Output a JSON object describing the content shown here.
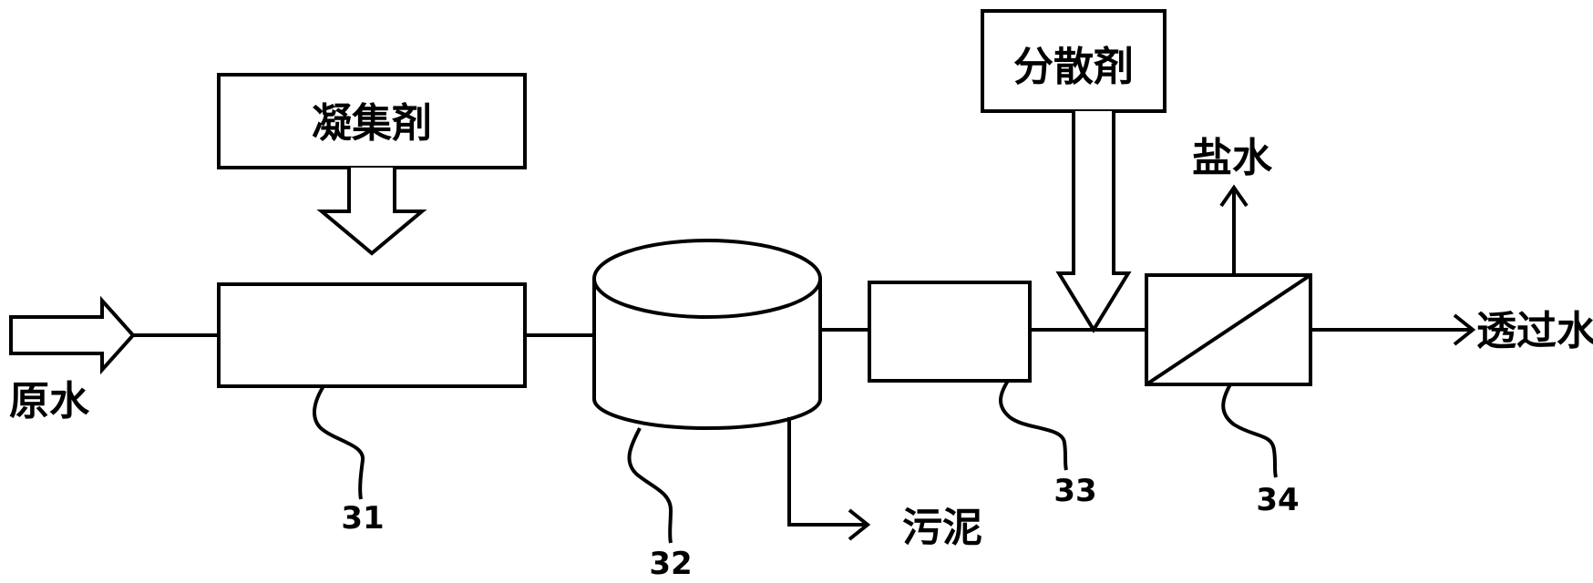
{
  "labels": {
    "raw_water": "原水",
    "coagulant": "凝集剤",
    "dispersant": "分散剤",
    "brine": "盐水",
    "permeate": "透过水",
    "sludge": "污泥"
  },
  "units": {
    "coagulation_tank": "31",
    "settling_tank": "32",
    "filter": "33",
    "membrane": "34"
  }
}
